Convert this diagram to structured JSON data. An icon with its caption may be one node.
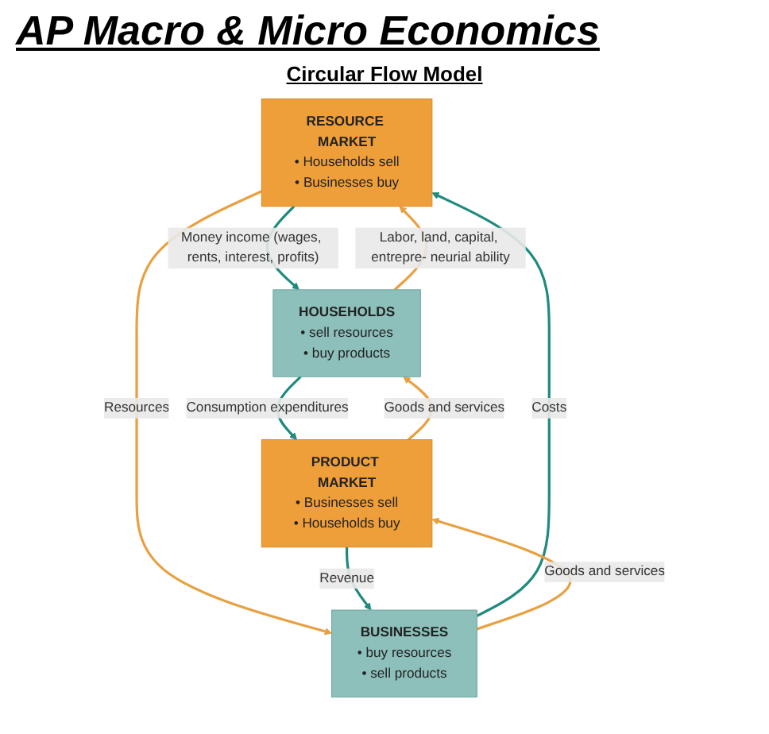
{
  "diagram": {
    "title": "AP  Macro & Micro Economics",
    "nodes": [
      {
        "text": [
          "RESOURCE MARKET",
          "• Households sell",
          "• Businesses buy"
        ]
      },
      {
        "text": [
          "BUSINESSES",
          "• buy resources",
          "• sell products"
        ]
      },
      {
        "text": [
          "HOUSEHOLDS",
          "• sell resources",
          "• buy products"
        ]
      },
      {
        "text": [
          "PRODUCT MARKET",
          "• Businesses sell",
          "• Households buy"
        ]
      }
    ],
    "edges": [
      {
        "from": 1,
        "to": 0,
        "arrow": "to",
        "label": "Costs",
        "color": "#1f8a7e"
      },
      {
        "from": 0,
        "to": 2,
        "arrow": "to",
        "label": "Money income (wages, rents, interest, profits)",
        "color": "#1f8a7e"
      },
      {
        "from": 2,
        "to": 0,
        "arrow": "to",
        "label": "Labor, land, capital, entrepre- neurial ability",
        "color": "#e8a040"
      },
      {
        "from": 0,
        "to": 1,
        "arrow": "to",
        "label": "Resources",
        "color": "#e8a040"
      },
      {
        "from": 1,
        "to": 3,
        "arrow": "to",
        "label": "Goods and services",
        "color": "#e8a040"
      },
      {
        "from": 3,
        "to": 2,
        "arrow": "to",
        "label": "Goods and services",
        "color": "#e8a040"
      },
      {
        "from": 2,
        "to": 3,
        "arrow": "to",
        "label": "Consumption expenditures",
        "color": "#1f8a7e"
      },
      {
        "from": 3,
        "to": 1,
        "arrow": "to",
        "label": "Revenue",
        "color": "#1f8a7e"
      }
    ],
    "labels": [
      "Circular Flow Model"
    ]
  }
}
